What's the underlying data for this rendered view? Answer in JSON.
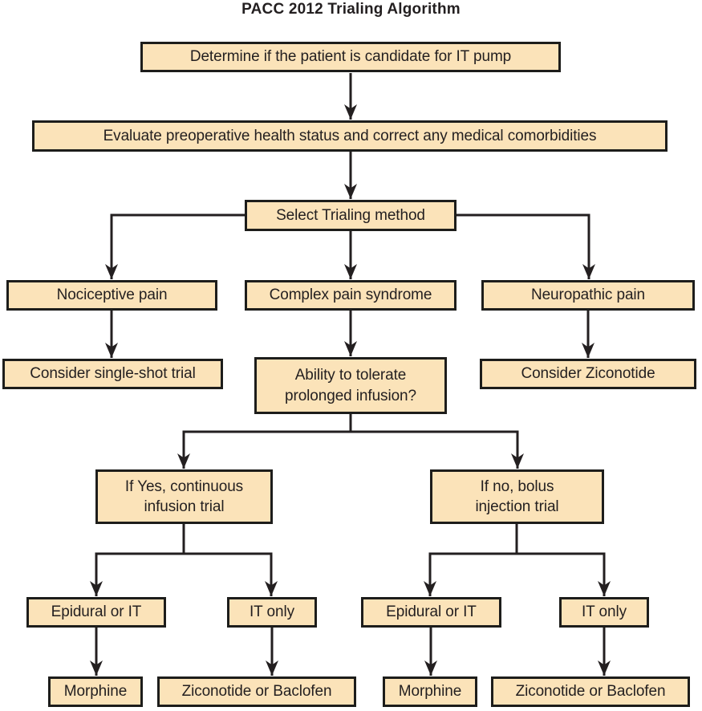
{
  "title": "PACC 2012 Trialing Algorithm",
  "nodes": {
    "determine": "Determine if the patient is candidate for IT pump",
    "evaluate": "Evaluate preoperative health status and correct any medical comorbidities",
    "select_trialing": "Select Trialing method",
    "nociceptive": "Nociceptive pain",
    "complex": "Complex pain syndrome",
    "neuropathic": "Neuropathic pain",
    "single_shot": "Consider single-shot trial",
    "tolerate": "Ability to tolerate\nprolonged infusion?",
    "consider_ziconotide": "Consider Ziconotide",
    "continuous_trial": "If Yes, continuous\ninfusion trial",
    "bolus_trial": "If no, bolus\ninjection trial",
    "epidural_or_it_left": "Epidural or IT",
    "it_only_left": "IT only",
    "epidural_or_it_right": "Epidural or IT",
    "it_only_right": "IT only",
    "morphine_left": "Morphine",
    "ziconotide_baclofen_left": "Ziconotide or Baclofen",
    "morphine_right": "Morphine",
    "ziconotide_baclofen_right": "Ziconotide or Baclofen"
  },
  "colors": {
    "box_fill": "#FBE3B9",
    "box_border": "#1D1D1B",
    "line": "#231F20",
    "text": "#231F20",
    "background": "#FFFFFF"
  }
}
